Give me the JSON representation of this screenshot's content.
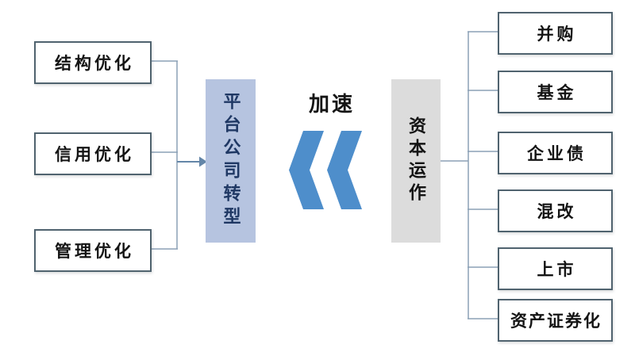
{
  "diagram": {
    "left_items": [
      {
        "label": "结构优化"
      },
      {
        "label": "信用优化"
      },
      {
        "label": "管理优化"
      }
    ],
    "center": {
      "platform_box_label": "平台公司转型",
      "accelerate_label": "加速",
      "capital_box_label": "资本运作"
    },
    "right_items": [
      {
        "label": "并购"
      },
      {
        "label": "基金"
      },
      {
        "label": "企业债"
      },
      {
        "label": "混改"
      },
      {
        "label": "上市"
      },
      {
        "label": "资产证券化"
      }
    ],
    "colors": {
      "background": "#ffffff",
      "box_border": "#50636f",
      "box_text": "#141414",
      "platform_box_fill": "#b6c4e0",
      "platform_box_text": "#1f3864",
      "capital_box_fill": "#dcdcdc",
      "chevron_blue": "#4e8ecb",
      "connector_line": "#8ba0b5",
      "arrow": "#6486a8"
    }
  }
}
